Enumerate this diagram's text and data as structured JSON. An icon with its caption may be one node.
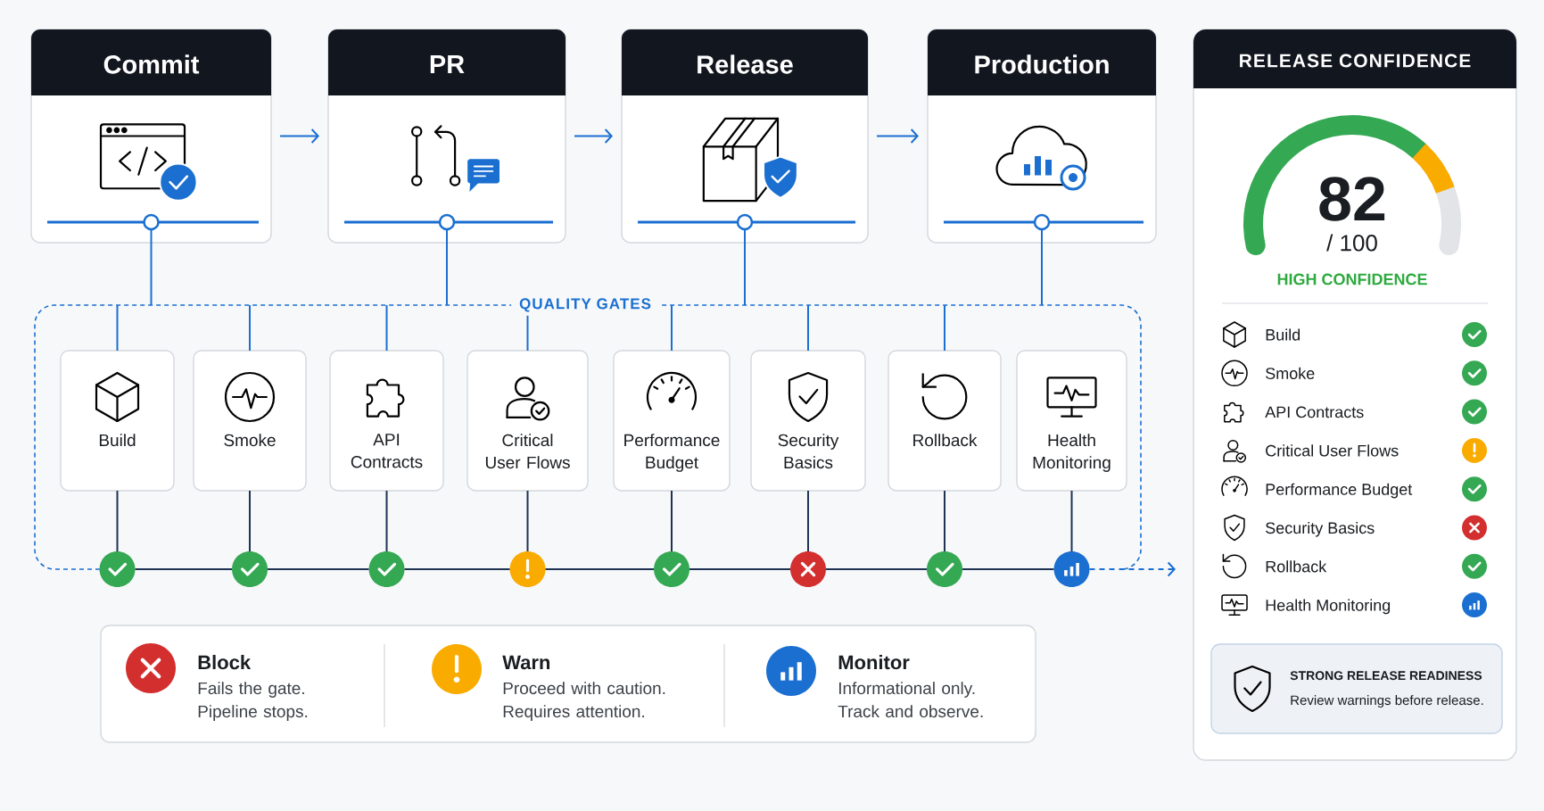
{
  "diagram": {
    "nodes": [
      {
        "text": [
          "Commit"
        ]
      },
      {
        "text": [
          "PR"
        ]
      },
      {
        "text": [
          "Release"
        ]
      },
      {
        "text": [
          "Production"
        ]
      },
      {
        "text": [
          "QUALITY GATES"
        ]
      },
      {
        "text": [
          "Build"
        ],
        "in": 4
      },
      {
        "text": [
          "Smoke"
        ],
        "in": 4
      },
      {
        "text": [
          "API Contracts"
        ],
        "in": 4
      },
      {
        "text": [
          "Critical User Flows"
        ],
        "in": 4
      },
      {
        "text": [
          "Performance Budget"
        ],
        "in": 4
      },
      {
        "text": [
          "Security Basics"
        ],
        "in": 4
      },
      {
        "text": [
          "Rollback"
        ],
        "in": 4
      },
      {
        "text": [
          "Health Monitoring"
        ],
        "in": 4
      },
      {
        "text": [],
        "shape": "circle"
      },
      {
        "text": [],
        "shape": "circle"
      },
      {
        "text": [],
        "shape": "circle"
      },
      {
        "text": [],
        "shape": "circle"
      },
      {
        "text": [],
        "shape": "circle"
      },
      {
        "text": [],
        "shape": "circle"
      },
      {
        "text": [],
        "shape": "circle"
      },
      {
        "text": [],
        "shape": "circle"
      },
      {
        "text": [
          "RELEASE CONFIDENCE"
        ]
      },
      {
        "text": [
          "STRONG RELEASE READINESS",
          "Review warnings before release."
        ],
        "in": 21
      }
    ],
    "edges": [
      {
        "from": 0,
        "to": 1,
        "arrow": "to"
      },
      {
        "from": 1,
        "to": 2,
        "arrow": "to"
      },
      {
        "from": 2,
        "to": 3,
        "arrow": "to"
      },
      {
        "from": 0,
        "to": 4,
        "arrow": "none"
      },
      {
        "from": 1,
        "to": 4,
        "arrow": "none"
      },
      {
        "from": 2,
        "to": 4,
        "arrow": "none"
      },
      {
        "from": 3,
        "to": 4,
        "arrow": "none"
      },
      {
        "from": 4,
        "to": 5,
        "arrow": "none"
      },
      {
        "from": 4,
        "to": 6,
        "arrow": "none"
      },
      {
        "from": 4,
        "to": 7,
        "arrow": "none"
      },
      {
        "from": 4,
        "to": 8,
        "arrow": "none"
      },
      {
        "from": 4,
        "to": 9,
        "arrow": "none"
      },
      {
        "from": 4,
        "to": 10,
        "arrow": "none"
      },
      {
        "from": 4,
        "to": 11,
        "arrow": "none"
      },
      {
        "from": 5,
        "to": 13,
        "arrow": "none",
        "color": "#1e3354"
      },
      {
        "from": 6,
        "to": 14,
        "arrow": "none",
        "color": "#1e3354"
      },
      {
        "from": 7,
        "to": 15,
        "arrow": "none",
        "color": "#1e3354"
      },
      {
        "from": 8,
        "to": 16,
        "arrow": "none",
        "color": "#1e3354"
      },
      {
        "from": 9,
        "to": 17,
        "arrow": "none",
        "color": "#1e3354"
      },
      {
        "from": 10,
        "to": 18,
        "arrow": "none",
        "color": "#1e3354"
      },
      {
        "from": 11,
        "to": 19,
        "arrow": "none",
        "color": "#1e3354"
      },
      {
        "from": 12,
        "to": 20,
        "arrow": "none",
        "color": "#1e3354"
      },
      {
        "from": 13,
        "to": 14,
        "arrow": "none",
        "color": "#1e3354"
      },
      {
        "from": 14,
        "to": 15,
        "arrow": "none",
        "color": "#1e3354"
      },
      {
        "from": 15,
        "to": 16,
        "arrow": "none",
        "color": "#1e3354"
      },
      {
        "from": 16,
        "to": 17,
        "arrow": "none",
        "color": "#1e3354"
      },
      {
        "from": 17,
        "to": 18,
        "arrow": "none",
        "color": "#1e3354"
      },
      {
        "from": 18,
        "to": 19,
        "arrow": "none",
        "color": "#1e3354"
      },
      {
        "from": 19,
        "to": 20,
        "arrow": "none",
        "color": "#1e3354"
      },
      {
        "from": 20,
        "to": 21,
        "arrow": "to",
        "style": "dashed"
      }
    ],
    "labels": [
      "82",
      "/ 100",
      "HIGH CONFIDENCE",
      "Build",
      "Smoke",
      "API Contracts",
      "Critical User Flows",
      "Performance Budget",
      "Security Basics",
      "Rollback",
      "Health Monitoring",
      "Fails the gate. Pipeline stops.",
      "Proceed with caution. Requires attention.",
      "Informational only. Track and observe."
    ],
    "legend": [
      {
        "text": "Block",
        "color": "#d32f2f"
      },
      {
        "text": "Warn",
        "color": "#f9ab00"
      },
      {
        "text": "Monitor",
        "color": "#1a6fd1"
      }
    ]
  }
}
